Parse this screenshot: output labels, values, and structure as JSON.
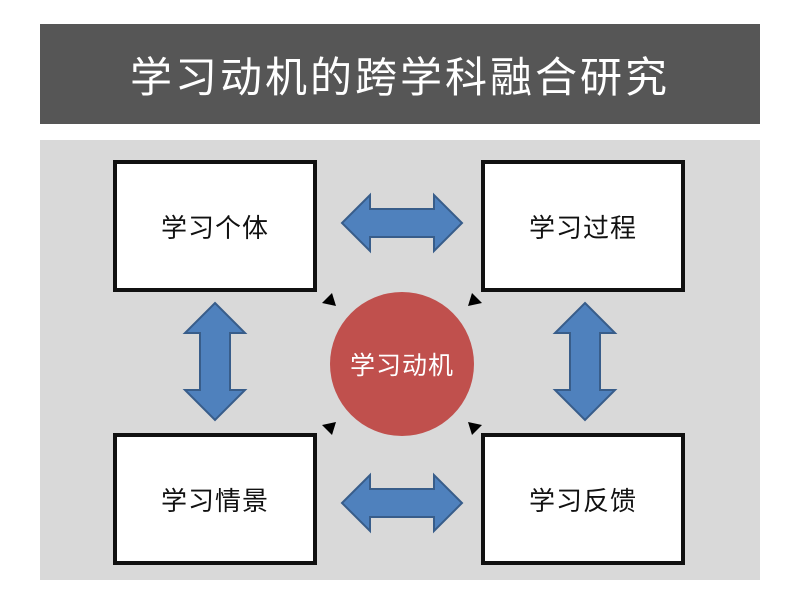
{
  "title": "学习动机的跨学科融合研究",
  "center": {
    "label": "学习动机"
  },
  "boxes": {
    "top_left": "学习个体",
    "top_right": "学习过程",
    "bottom_left": "学习情景",
    "bottom_right": "学习反馈"
  },
  "colors": {
    "title_bar": "#565656",
    "diagram_bg": "#d9d9d9",
    "center_circle": "#c0504d",
    "arrow_fill": "#4f81bd",
    "arrow_stroke": "#385d8a",
    "box_border": "#111111"
  }
}
